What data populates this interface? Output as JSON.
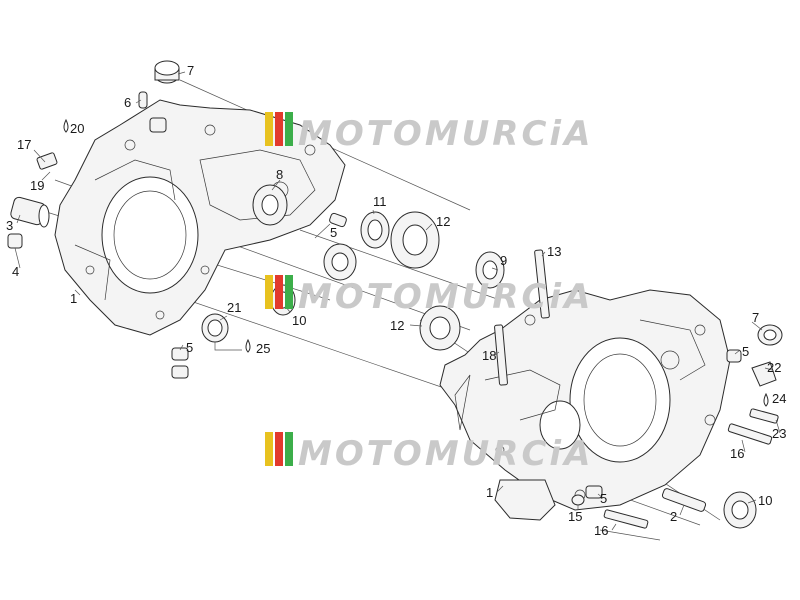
{
  "watermark": {
    "text": "MOTOMURCiA",
    "stripe_colors": [
      "#e8c21f",
      "#e23a2d",
      "#3cae4a"
    ]
  },
  "callouts": [
    {
      "key": "c7a",
      "text": "7"
    },
    {
      "key": "c6",
      "text": "6"
    },
    {
      "key": "c20a",
      "text": "20"
    },
    {
      "key": "c17",
      "text": "17"
    },
    {
      "key": "c19",
      "text": "19"
    },
    {
      "key": "c8",
      "text": "8"
    },
    {
      "key": "c11",
      "text": "11"
    },
    {
      "key": "c12a",
      "text": "12"
    },
    {
      "key": "c3",
      "text": "3"
    },
    {
      "key": "c5a",
      "text": "5"
    },
    {
      "key": "c4",
      "text": "4"
    },
    {
      "key": "c9",
      "text": "9"
    },
    {
      "key": "c13",
      "text": "13"
    },
    {
      "key": "c1a",
      "text": "1"
    },
    {
      "key": "c21",
      "text": "21"
    },
    {
      "key": "c10a",
      "text": "10"
    },
    {
      "key": "c12b",
      "text": "12"
    },
    {
      "key": "c25",
      "text": "25"
    },
    {
      "key": "c5b",
      "text": "5"
    },
    {
      "key": "c18",
      "text": "18"
    },
    {
      "key": "c7b",
      "text": "7"
    },
    {
      "key": "c5c",
      "text": "5"
    },
    {
      "key": "c22",
      "text": "22"
    },
    {
      "key": "c24",
      "text": "24"
    },
    {
      "key": "c23",
      "text": "23"
    },
    {
      "key": "c16a",
      "text": "16"
    },
    {
      "key": "c1b",
      "text": "1"
    },
    {
      "key": "c5d",
      "text": "5"
    },
    {
      "key": "c10b",
      "text": "10"
    },
    {
      "key": "c15",
      "text": "15"
    },
    {
      "key": "c2",
      "text": "2"
    },
    {
      "key": "c16b",
      "text": "16"
    }
  ]
}
